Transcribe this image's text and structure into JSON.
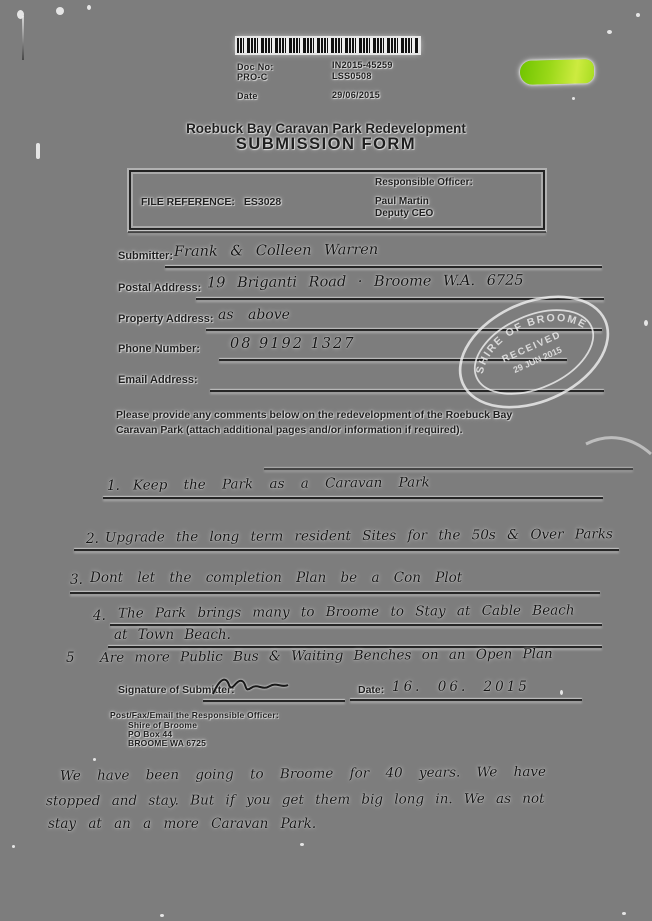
{
  "scan": {
    "page_background": "#7d7d7d",
    "ink_color": "#1c1c1c",
    "stamp_color": "#f2f2f2",
    "highlight_color": "#9ad818"
  },
  "header": {
    "doc_rows": [
      {
        "label": "Doc No:",
        "value": "IN2015-45259"
      },
      {
        "label": "PRO-C",
        "value": "LSS0508"
      },
      {
        "label": "Date",
        "value": "29/06/2015"
      }
    ],
    "title_line1": "Roebuck Bay Caravan Park Redevelopment",
    "title_line2": "SUBMISSION FORM"
  },
  "reference_box": {
    "file_reference_label": "FILE REFERENCE:",
    "file_reference_value": "ES3028",
    "responsible_officer_label": "Responsible Officer:",
    "officer_name": "Paul Martin",
    "officer_title": "Deputy CEO"
  },
  "fields": [
    {
      "label": "Submitter:",
      "value": "Frank & Colleen Warren"
    },
    {
      "label": "Postal Address:",
      "value": "19 Briganti Road · Broome W.A. 6725"
    },
    {
      "label": "Property Address:",
      "value": "as above"
    },
    {
      "label": "Phone Number:",
      "value": "08 9192 1327"
    },
    {
      "label": "Email Address:",
      "value": ""
    }
  ],
  "received_stamp": {
    "org": "SHIRE OF BROOME",
    "status": "RECEIVED",
    "date": "29 JUN 2015"
  },
  "instructions": "Please provide any comments below on the redevelopment of the Roebuck Bay Caravan Park (attach additional pages and/or information if required).",
  "comments": [
    {
      "number": "1.",
      "text": "Keep the Park as a Caravan Park"
    },
    {
      "number": "2.",
      "text": "Upgrade the long term resident Sites for the 50s & Over Parks"
    },
    {
      "number": "3.",
      "text": "Dont let the completion Plan be a Con Plot"
    },
    {
      "number": "4.",
      "text": "The Park brings many to Broome to Stay at Cable Beach",
      "text2": "at Town Beach."
    },
    {
      "number": "5",
      "text": "Are more Public Bus & Waiting Benches on an Open Plan"
    }
  ],
  "signature": {
    "label": "Signature of Submitter:",
    "date_label": "Date:",
    "date_value": "16. 06. 2015"
  },
  "return_block": {
    "line1": "Post/Fax/Email the Responsible Officer:",
    "line2": "Shire of Broome",
    "line3": "PO Box 44",
    "line4": "BROOME WA 6725"
  },
  "footnote": {
    "line1": "We have been going to Broome for 40 years. We have",
    "line2": "stopped and stay. But if you get them big long in. We as not",
    "line3": "stay at an a more Caravan Park."
  }
}
